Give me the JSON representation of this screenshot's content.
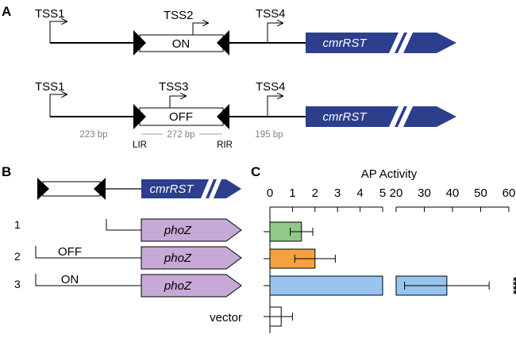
{
  "panels": {
    "a": "A",
    "b": "B",
    "c": "C"
  },
  "colors": {
    "gene_fill": "#2c3f8c",
    "phoz_fill": "#c7a9d8",
    "bar_green": "#92c98a",
    "bar_orange": "#f4a23f",
    "bar_blue": "#98c5f0",
    "bar_white": "#ffffff",
    "bp_text": "#808080"
  },
  "panel_a": {
    "row_on": {
      "tss_left": "TSS1",
      "tss_mid": "TSS2",
      "tss_right": "TSS4",
      "state": "ON",
      "gene": "cmrRST"
    },
    "row_off": {
      "tss_left": "TSS1",
      "tss_mid": "TSS3",
      "tss_right": "TSS4",
      "state": "OFF",
      "gene": "cmrRST"
    },
    "dims": {
      "left": "223 bp",
      "mid": "272 bp",
      "right": "195 bp",
      "lir": "LIR",
      "rir": "RIR"
    }
  },
  "panel_b": {
    "gene": "cmrRST",
    "reporter": "phoZ",
    "rows": [
      {
        "label": "1",
        "state": ""
      },
      {
        "label": "2",
        "state": "OFF"
      },
      {
        "label": "3",
        "state": "ON"
      }
    ]
  },
  "chart_data": {
    "type": "bar",
    "orientation": "horizontal",
    "title": "AP Activity",
    "categories": [
      "1",
      "2",
      "3",
      "vector"
    ],
    "values": [
      1.4,
      2.0,
      38,
      0.5
    ],
    "error": [
      0.5,
      0.9,
      15,
      0.5
    ],
    "x_axis_broken": true,
    "xlim_segment_1": [
      0,
      5
    ],
    "xlim_segment_2": [
      20,
      60
    ],
    "ticks_segment_1": [
      0,
      1,
      2,
      3,
      4,
      5
    ],
    "ticks_segment_2": [
      20,
      30,
      40,
      50,
      60
    ],
    "significance": {
      "row": "3",
      "label": "****"
    }
  }
}
